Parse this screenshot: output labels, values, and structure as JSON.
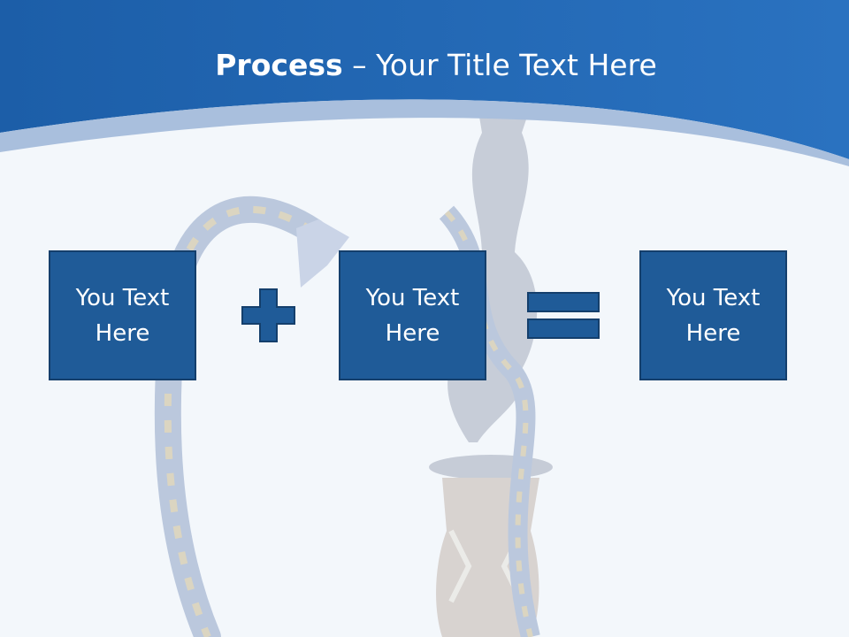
{
  "header": {
    "title_bold": "Process",
    "title_rest": "– Your Title Text Here"
  },
  "process": {
    "boxes": [
      {
        "label": "You Text Here"
      },
      {
        "label": "You Text Here"
      },
      {
        "label": "You Text Here"
      }
    ],
    "operators": [
      "plus",
      "equals"
    ]
  },
  "colors": {
    "header_blue": "#1f63ad",
    "box_fill": "#1f5b98",
    "box_border": "#143f6c",
    "background": "#f3f7fb"
  }
}
